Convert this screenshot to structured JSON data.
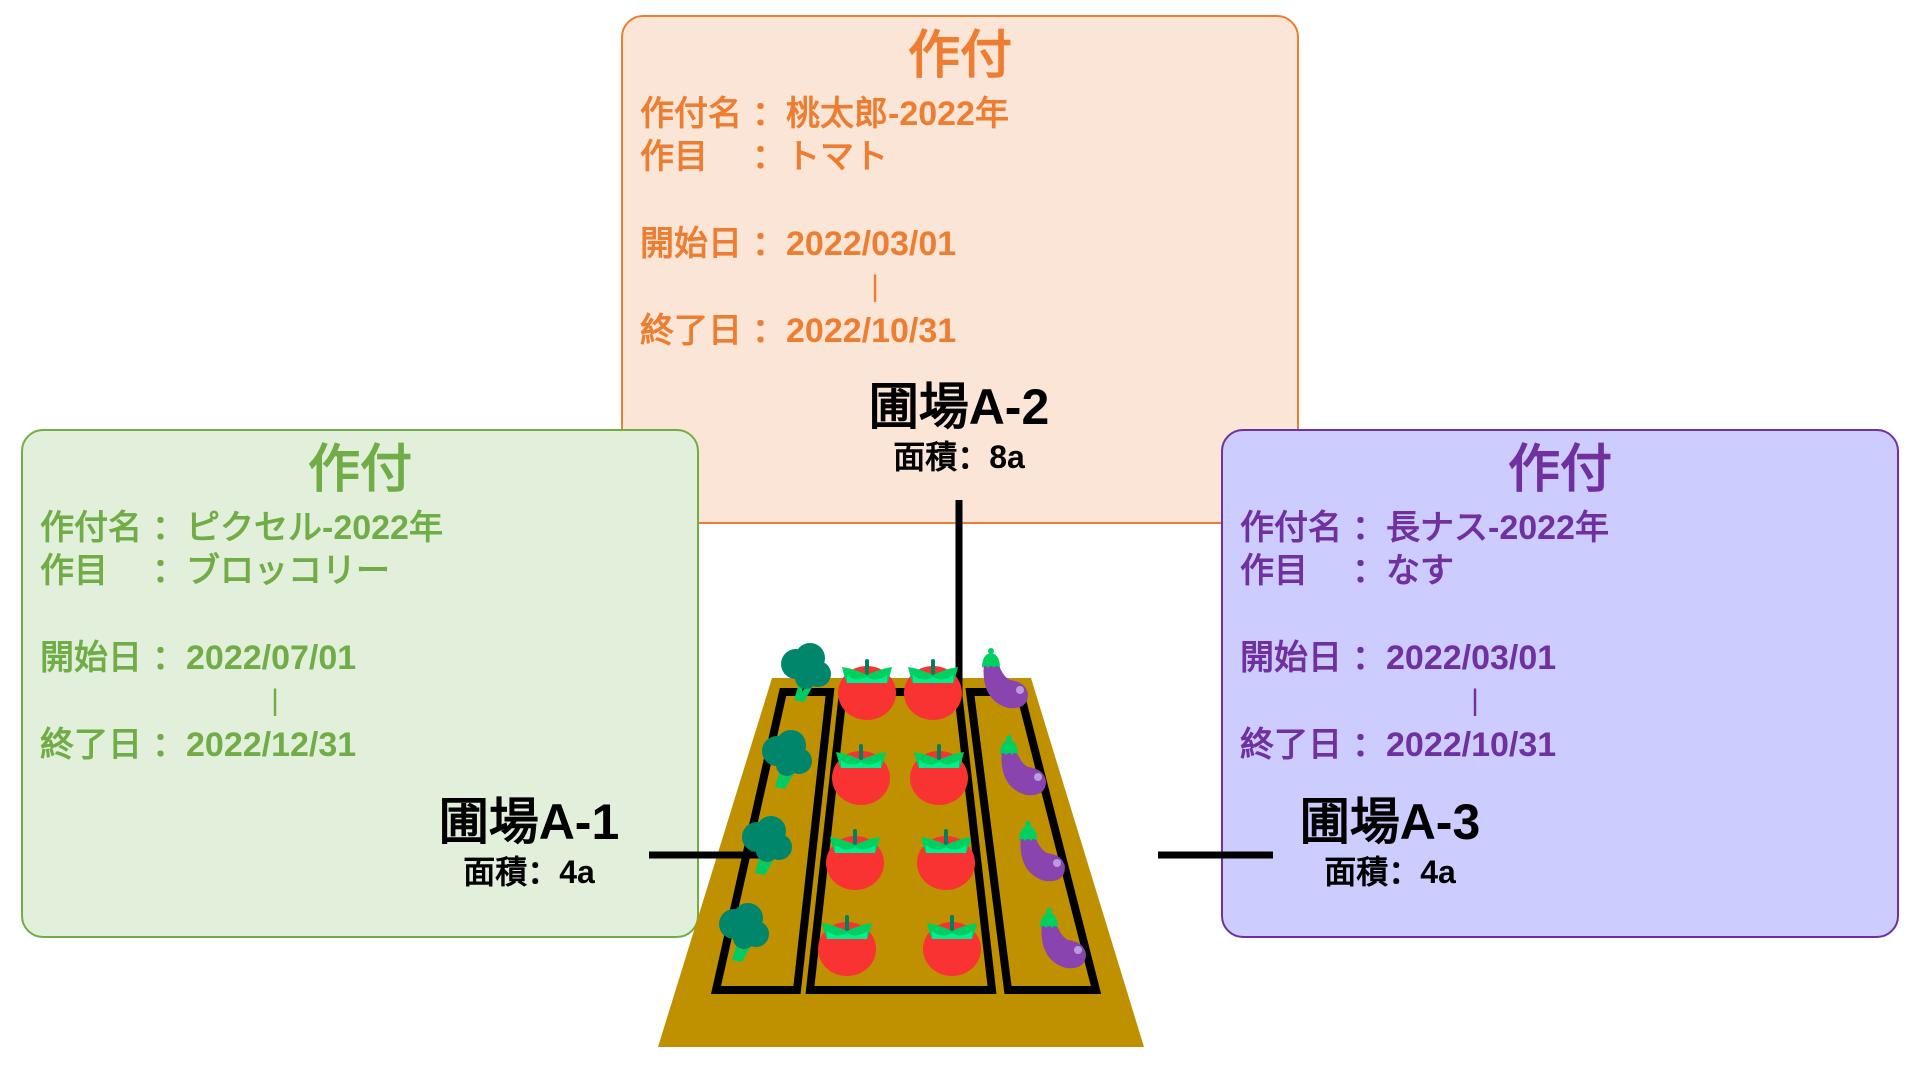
{
  "colors": {
    "orange": "#ED7D31",
    "orange_bg": "#FBE5D6",
    "green": "#70AD47",
    "green_bg": "#E2EFDA",
    "purple": "#7030A0",
    "purple_bg": "#CCCCFF",
    "soil": "#BF9000"
  },
  "labels": {
    "title": "作付",
    "name_label": "作付名",
    "crop_label": "作目",
    "start_label": "開始日",
    "end_label": "終了日",
    "colon": "：",
    "separator": "|",
    "area_label": "面積："
  },
  "plantings": {
    "a2": {
      "name": "桃太郎-2022年",
      "crop": "トマト",
      "start": "2022/03/01",
      "end": "2022/10/31"
    },
    "a1": {
      "name": "ピクセル-2022年",
      "crop": "ブロッコリー",
      "start": "2022/07/01",
      "end": "2022/12/31"
    },
    "a3": {
      "name": "長ナス-2022年",
      "crop": "なす",
      "start": "2022/03/01",
      "end": "2022/10/31"
    }
  },
  "fields": {
    "a1": {
      "name": "圃場A-1",
      "area": "4a"
    },
    "a2": {
      "name": "圃場A-2",
      "area": "8a"
    },
    "a3": {
      "name": "圃場A-3",
      "area": "4a"
    }
  },
  "icons": [
    "broccoli-icon",
    "tomato-icon",
    "eggplant-icon"
  ]
}
